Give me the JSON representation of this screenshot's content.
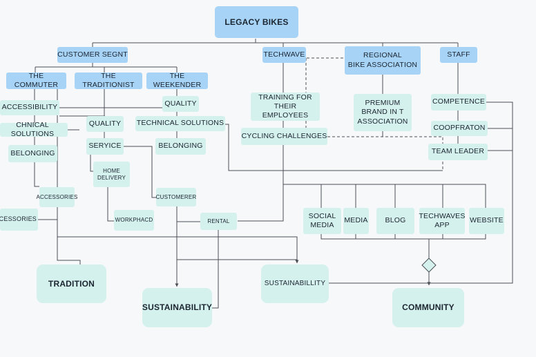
{
  "title": "LEGACY BIKES",
  "nodes": {
    "customer_segment": "CUSTOMER SEGNT",
    "techwave": "TECHWAVE",
    "regional_bike_association": "REGIONAL\nBIKE ASSOCIATION",
    "staff": "STAFF",
    "the_commuter": "THE COMMUTER",
    "the_traditionist": "THE TRADITIONIST",
    "the_weekender": "THE WEEKENDER",
    "accessibility": "ACCESSIBILITY",
    "technical_solutions_left": "CHNICAL SOLUTIONS",
    "belonging_left": "BELONGING",
    "quality_traditionist": "QUALITY",
    "service": "SERYICE",
    "home_delivery": "HOME\nDELIVERY",
    "workphacd": "WORKPHACD",
    "accessories_small": "ACCESSORIES",
    "accessories_left": "ACCESSORIES",
    "quality_weekender": "QUALITY",
    "technical_solutions_mid": "TECHNICAL SOLUTIONS",
    "belonging_mid": "BELONGING",
    "customerer": "CUSTOMERER",
    "rental": "RENTAL",
    "training": "TRAINING FOR\nTHEIR EMPLOYEES",
    "cycling_challenges": "CYCLING CHALLENGES",
    "premium_brand": "PREMIUM\nBRAND IN T\nASSOCIATION",
    "competence": "COMPETENCE",
    "coopfraton": "COOPFRATON",
    "team_leader": "TEAM LEADER",
    "social_media": "SOCIAL\nMEDIA",
    "media": "MEDIA",
    "blog": "BLOG",
    "techwaves_app": "TECHWAVES\nAPP",
    "website": "WEBSITE",
    "tradition": "TRADITION",
    "sustainability_big": "SUSTAINABILITY",
    "sustainabillity": "SUSTAINABILLITY",
    "community": "COMMUNITY"
  },
  "colors": {
    "category_fill": "#a7d3f6",
    "leaf_fill": "#d5f1ee",
    "line": "#4a4f55",
    "text": "#1b2530"
  }
}
